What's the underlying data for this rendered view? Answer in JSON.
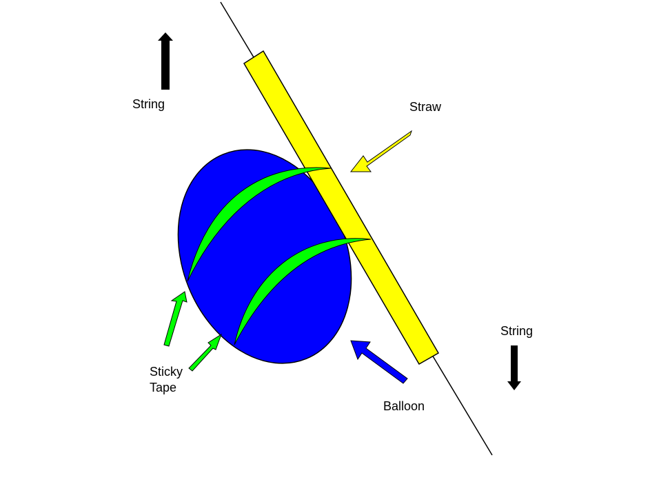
{
  "labels": {
    "string_top": "String",
    "straw": "Straw",
    "string_bottom": "String",
    "sticky_tape_line1": "Sticky",
    "sticky_tape_line2": "Tape",
    "balloon": "Balloon"
  },
  "colors": {
    "background": "#ffffff",
    "balloon": "#0000ff",
    "straw": "#ffff00",
    "tape": "#00ff00",
    "string": "#000000",
    "outline": "#000000"
  }
}
